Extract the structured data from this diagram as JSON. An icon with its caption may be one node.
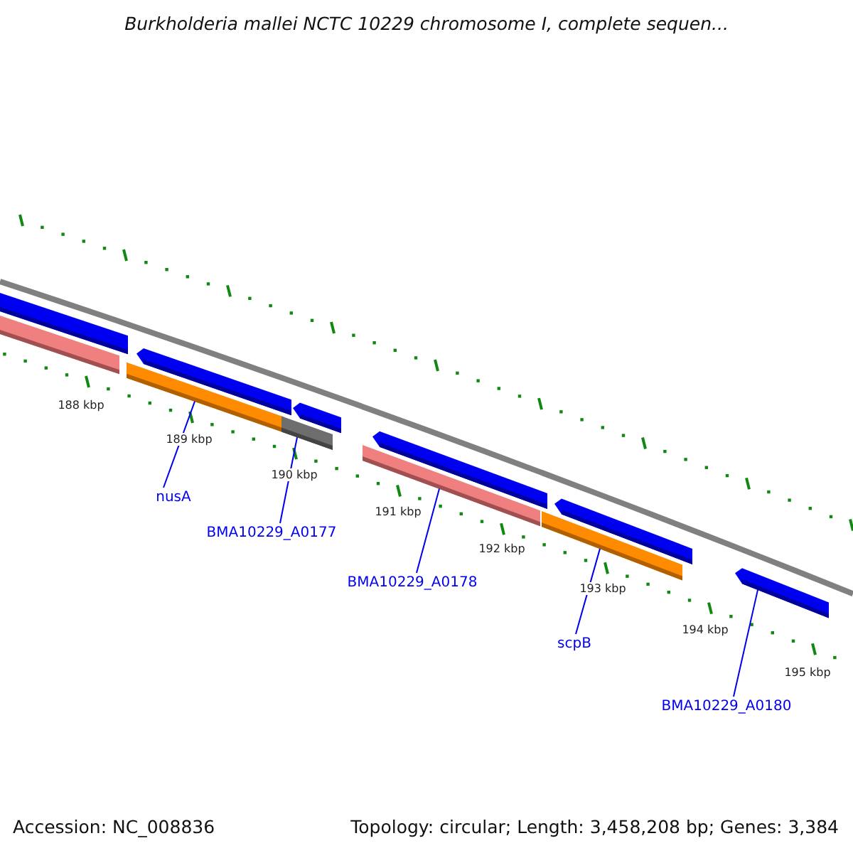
{
  "diagram": {
    "title": "Burkholderia mallei NCTC 10229 chromosome I, complete sequen...",
    "nodes": [
      {
        "text": [],
        "shape": "bar"
      },
      {
        "text": [],
        "shape": "bar"
      },
      {
        "text": [],
        "shape": "bar"
      },
      {
        "text": [],
        "shape": "bar"
      },
      {
        "text": [],
        "shape": "bar"
      },
      {
        "text": [],
        "shape": "bar"
      },
      {
        "text": [],
        "shape": "bar"
      },
      {
        "text": [],
        "shape": "bar"
      },
      {
        "text": [],
        "shape": "bar"
      },
      {
        "text": [],
        "shape": "bar"
      },
      {
        "text": [],
        "shape": "bar"
      },
      {
        "text": [
          "nusA"
        ]
      },
      {
        "text": [
          "BMA10229_A0177"
        ]
      },
      {
        "text": [
          "BMA10229_A0178"
        ]
      },
      {
        "text": [
          "scpB"
        ]
      },
      {
        "text": [
          "BMA10229_A0180"
        ]
      }
    ],
    "edges": [
      {
        "from": 11,
        "to": 3,
        "arrow": "none"
      },
      {
        "from": 12,
        "to": 5,
        "arrow": "none"
      },
      {
        "from": 13,
        "to": 7,
        "arrow": "none"
      },
      {
        "from": 14,
        "to": 9,
        "arrow": "none"
      },
      {
        "from": 15,
        "to": 10,
        "arrow": "none"
      }
    ],
    "labels": [
      "188 kbp",
      "189 kbp",
      "190 kbp",
      "191 kbp",
      "192 kbp",
      "193 kbp",
      "194 kbp",
      "195 kbp",
      "Accession: NC_008836",
      "Topology: circular; Length: 3,458,208 bp; Genes: 3,384"
    ]
  }
}
